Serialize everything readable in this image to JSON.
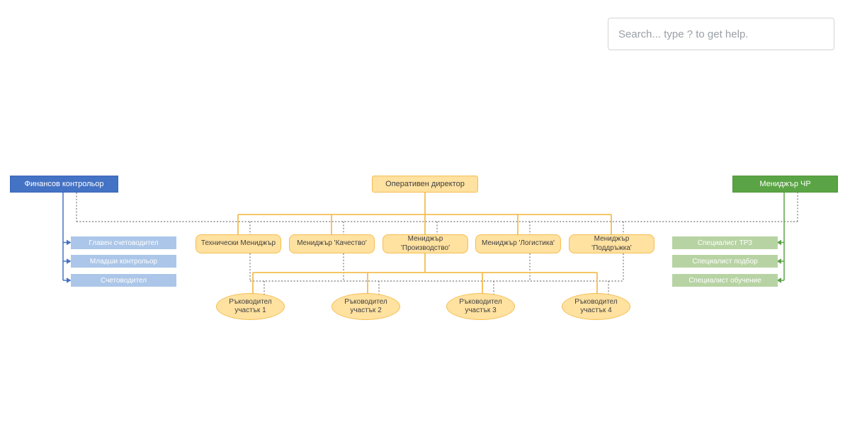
{
  "search": {
    "placeholder": "Search... type ? to get help."
  },
  "colors": {
    "finance_blue": "#4472c4",
    "finance_light_blue": "#abc6e8",
    "operations_yellow_fill": "#ffe1a0",
    "operations_yellow_border": "#f4be52",
    "hr_green": "#5aa445",
    "hr_light_green": "#b7d3a3",
    "dotted_line_gray": "#8c8c8c"
  },
  "org": {
    "finance": {
      "label": "Финансов контрольор",
      "children": [
        "Главен счетоводител",
        "Младши контрольор",
        "Счетоводител"
      ]
    },
    "operations": {
      "label": "Оперативен директор",
      "managers": [
        "Технически Мениджър",
        "Мениджър 'Качество'",
        "Мениджър 'Производство'",
        "Мениджър 'Логистика'",
        "Мениджър 'Поддръжка'"
      ],
      "section_heads": [
        "Ръководител участък 1",
        "Ръководител участък 2",
        "Ръководител участък 3",
        "Ръководител участък 4"
      ]
    },
    "hr": {
      "label": "Мениджър ЧР",
      "children": [
        "Специалист ТРЗ",
        "Специалист подбор",
        "Специалист обучение"
      ]
    }
  }
}
